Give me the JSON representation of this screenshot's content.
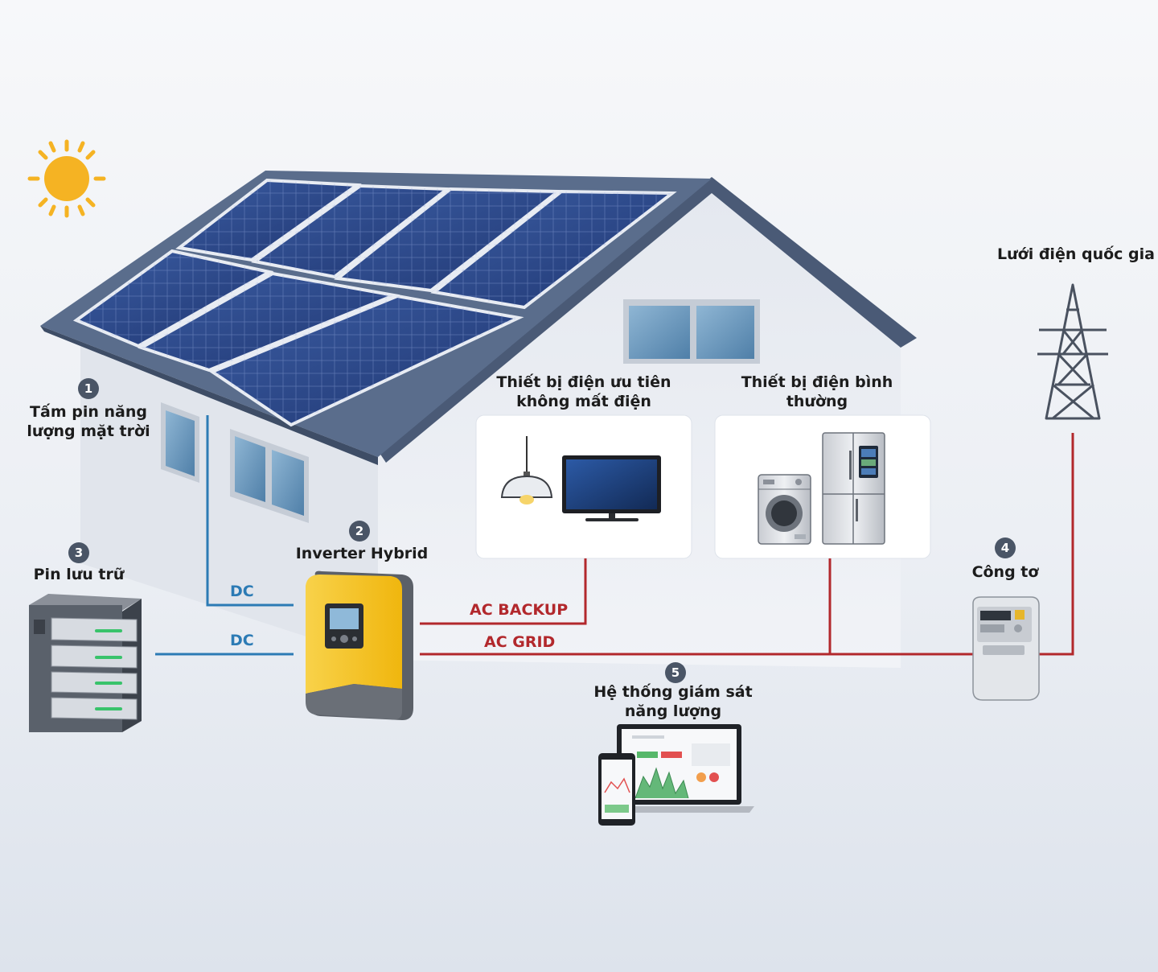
{
  "components": {
    "solar_panel": {
      "number": "1",
      "label_line1": "Tấm pin năng",
      "label_line2": "lượng mặt trời"
    },
    "inverter": {
      "number": "2",
      "label": "Inverter Hybrid"
    },
    "battery": {
      "number": "3",
      "label": "Pin lưu trữ"
    },
    "meter": {
      "number": "4",
      "label": "Công tơ"
    },
    "monitoring": {
      "number": "5",
      "label_line1": "Hệ thống giám sát",
      "label_line2": "năng lượng"
    },
    "grid": {
      "label": "Lưới điện quốc gia"
    },
    "priority_loads": {
      "label_line1": "Thiết bị điện ưu tiên",
      "label_line2": "không mất điện"
    },
    "normal_loads": {
      "label_line1": "Thiết bị điện bình",
      "label_line2": "thường"
    }
  },
  "wires": {
    "dc_solar": "DC",
    "dc_battery": "DC",
    "ac_backup": "AC BACKUP",
    "ac_grid": "AC GRID"
  },
  "colors": {
    "dc_line": "#2c7bb5",
    "ac_line": "#b2282c",
    "inverter": "#f5c21b",
    "panel": "#2a4682",
    "roof": "#5a6d8c",
    "sun": "#f5b323"
  }
}
